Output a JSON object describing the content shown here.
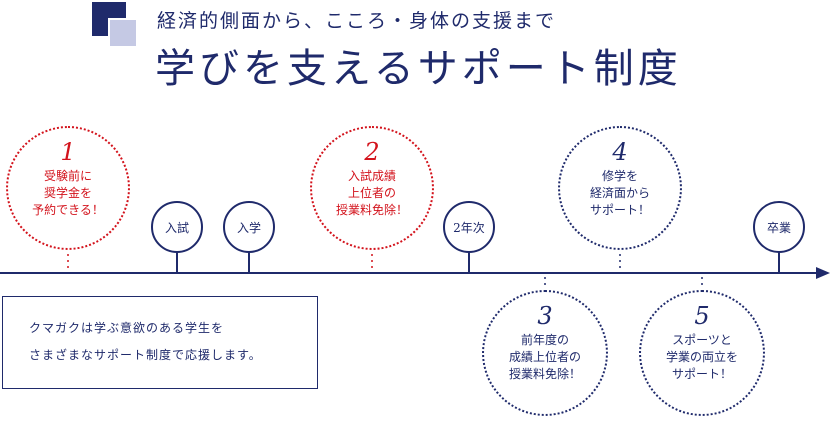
{
  "header": {
    "subtitle": "経済的側面から、こころ・身体の支援まで",
    "title": "学びを支えるサポート制度"
  },
  "milestones": [
    {
      "label": "入試"
    },
    {
      "label": "入学"
    },
    {
      "label": "2年次"
    },
    {
      "label": "卒業"
    }
  ],
  "supports": [
    {
      "number": "1",
      "text": "受験前に\n奨学金を\n予約できる！",
      "color": "#d3131c"
    },
    {
      "number": "2",
      "text": "入試成績\n上位者の\n授業料免除！",
      "color": "#d3131c"
    },
    {
      "number": "3",
      "text": "前年度の\n成績上位者の\n授業料免除！",
      "color": "#1f2a6b"
    },
    {
      "number": "4",
      "text": "修学を\n経済面から\nサポート！",
      "color": "#1f2a6b"
    },
    {
      "number": "5",
      "text": "スポーツと\n学業の両立を\nサポート！",
      "color": "#1f2a6b"
    }
  ],
  "info": {
    "line1": "クマガクは学ぶ意欲のある学生を",
    "line2": "さまざまなサポート制度で応援します。"
  },
  "colors": {
    "navy": "#1f2a6b",
    "red": "#d3131c",
    "lavender": "#c5c9e4"
  }
}
